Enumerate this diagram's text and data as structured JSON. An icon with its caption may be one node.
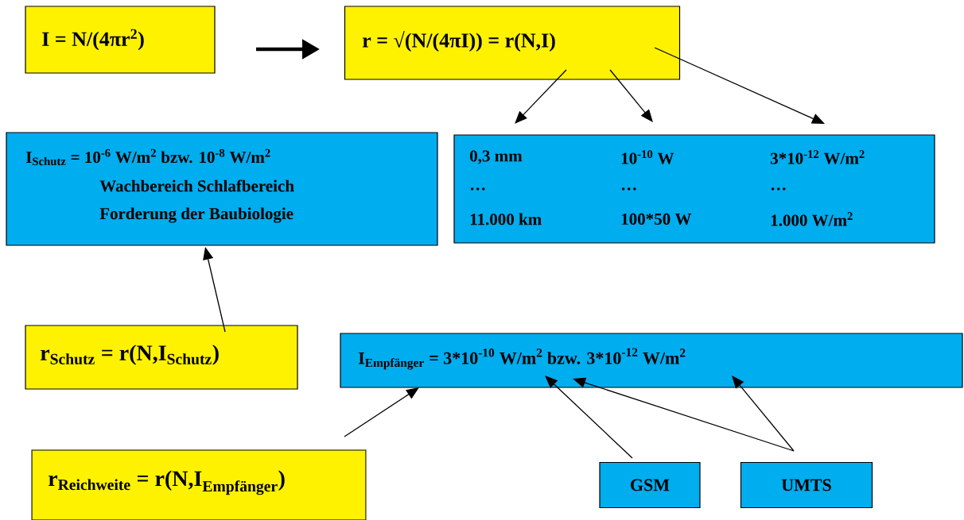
{
  "diagram": {
    "nodes": [
      {
        "text": [
          "I = N/(4πr$^{2}$)"
        ]
      },
      {
        "text": [
          "r = √(N/(4πI)) = r(N,I)"
        ]
      },
      {
        "text": [
          "I$_{Schutz}$ = 10$^{-6}$ W/m$^{2}$ bzw. 10$^{-8}$ W/m$^{2}$",
          "Wachbereich  Schlafbereich",
          "Forderung der Baubiologie"
        ]
      },
      {
        "text": [
          "0,3 mm",
          "10$^{-10}$ W",
          "3*10$^{-12}$ W/m$^{2}$",
          "…",
          "…",
          "…",
          "11.000 km",
          "100*50 W",
          "1.000 W/m$^{2}$"
        ]
      },
      {
        "text": [
          "r$_{Schutz}$ = r(N,I$_{Schutz}$)"
        ]
      },
      {
        "text": [
          "\\textbf{I}_{\\textbf{Empfänger}}\\textbf{ = 3*10}^{\\textbf{-10}}\\textbf{ W/m}^{\\textbf{2}}\\textbf{ bzw. 3*10}^{\\textbf{-12}}\\textbf{ W/m}^{\\textbf{2}}"
        ]
      },
      {
        "text": [
          "\\textbf{r}_{\\textbf{Reichweite}}\\textbf{ = r(N,I}_{\\textbf{Empfänger}}\\textbf{)}"
        ]
      },
      {
        "text": [
          "GSM"
        ]
      },
      {
        "text": [
          "UMTS"
        ]
      }
    ],
    "edges": [
      {
        "from": 0,
        "to": 1,
        "arrow": "to",
        "style": "thick"
      },
      {
        "from": 1,
        "to": 3,
        "arrow": "to"
      },
      {
        "from": 1,
        "to": 3,
        "arrow": "to"
      },
      {
        "from": 1,
        "to": 3,
        "arrow": "to"
      },
      {
        "from": 4,
        "to": 2,
        "arrow": "to"
      },
      {
        "from": 6,
        "to": 5,
        "arrow": "to"
      },
      {
        "from": 7,
        "to": 5,
        "arrow": "to"
      },
      {
        "from": 8,
        "to": 5,
        "arrow": "to"
      },
      {
        "from": 8,
        "to": 5,
        "arrow": "to"
      }
    ]
  }
}
